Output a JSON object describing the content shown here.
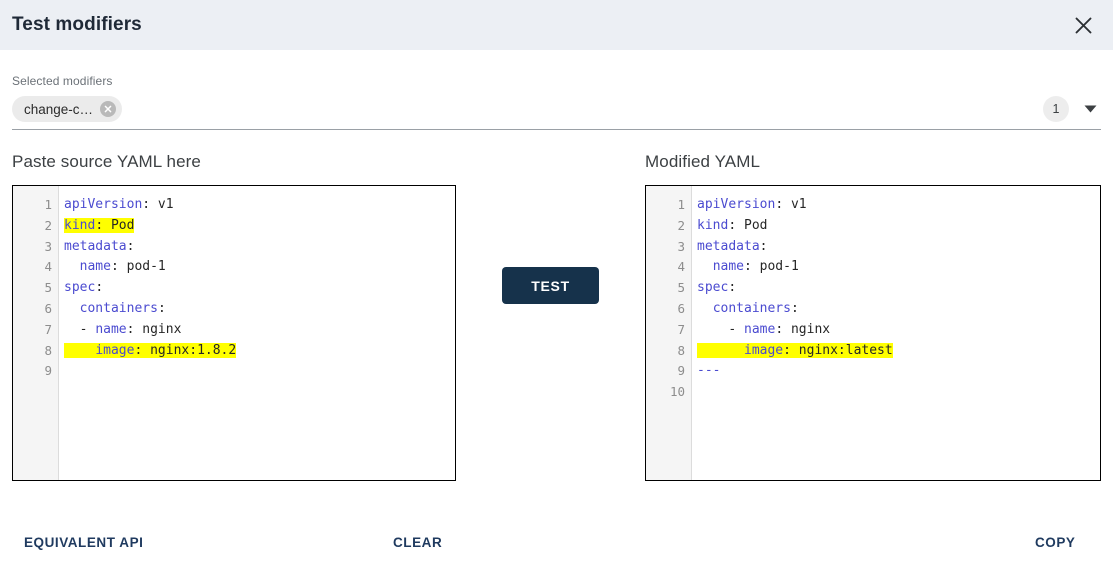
{
  "dialog": {
    "title": "Test modifiers",
    "close_icon": "close-icon"
  },
  "modifiers": {
    "label": "Selected modifiers",
    "chips": [
      {
        "label": "change-c…",
        "remove_icon": "close-circle-icon"
      }
    ],
    "count": "1",
    "dropdown_icon": "chevron-down-icon"
  },
  "left_pane": {
    "title": "Paste source YAML here",
    "line_numbers": [
      "1",
      "2",
      "3",
      "4",
      "5",
      "6",
      "7",
      "8",
      "9"
    ],
    "lines": [
      {
        "n": 1,
        "text": "apiVersion: v1",
        "key": "apiVersion",
        "value": " v1",
        "indent": "",
        "highlight": false
      },
      {
        "n": 2,
        "text": "kind: Pod",
        "key": "kind",
        "value": " Pod",
        "indent": "",
        "highlight": true
      },
      {
        "n": 3,
        "text": "metadata:",
        "key": "metadata",
        "value": "",
        "indent": "",
        "highlight": false
      },
      {
        "n": 4,
        "text": "  name: pod-1",
        "key": "name",
        "value": " pod-1",
        "indent": "  ",
        "highlight": false
      },
      {
        "n": 5,
        "text": "spec:",
        "key": "spec",
        "value": "",
        "indent": "",
        "highlight": false
      },
      {
        "n": 6,
        "text": "  containers:",
        "key": "containers",
        "value": "",
        "indent": "  ",
        "highlight": false
      },
      {
        "n": 7,
        "text": "  - name: nginx",
        "key": "name",
        "value": " nginx",
        "indent": "  - ",
        "highlight": false
      },
      {
        "n": 8,
        "text": "    image: nginx:1.8.2",
        "key": "image",
        "value": " nginx:1.8.2",
        "indent": "    ",
        "highlight": true
      },
      {
        "n": 9,
        "text": "",
        "key": "",
        "value": "",
        "indent": "",
        "highlight": false
      }
    ]
  },
  "right_pane": {
    "title": "Modified YAML",
    "line_numbers": [
      "1",
      "2",
      "3",
      "4",
      "5",
      "6",
      "7",
      "8",
      "9",
      "10"
    ],
    "lines": [
      {
        "n": 1,
        "text": "apiVersion: v1",
        "key": "apiVersion",
        "value": " v1",
        "indent": "",
        "highlight": false
      },
      {
        "n": 2,
        "text": "kind: Pod",
        "key": "kind",
        "value": " Pod",
        "indent": "",
        "highlight": false
      },
      {
        "n": 3,
        "text": "metadata:",
        "key": "metadata",
        "value": "",
        "indent": "",
        "highlight": false
      },
      {
        "n": 4,
        "text": "  name: pod-1",
        "key": "name",
        "value": " pod-1",
        "indent": "  ",
        "highlight": false
      },
      {
        "n": 5,
        "text": "spec:",
        "key": "spec",
        "value": "",
        "indent": "",
        "highlight": false
      },
      {
        "n": 6,
        "text": "  containers:",
        "key": "containers",
        "value": "",
        "indent": "  ",
        "highlight": false
      },
      {
        "n": 7,
        "text": "    - name: nginx",
        "key": "name",
        "value": " nginx",
        "indent": "    - ",
        "highlight": false
      },
      {
        "n": 8,
        "text": "      image: nginx:latest",
        "key": "image",
        "value": " nginx:latest",
        "indent": "      ",
        "highlight": true
      },
      {
        "n": 9,
        "text": "---",
        "key": "",
        "value": "",
        "indent": "",
        "highlight": false,
        "separator": true
      },
      {
        "n": 10,
        "text": "",
        "key": "",
        "value": "",
        "indent": "",
        "highlight": false
      }
    ]
  },
  "actions": {
    "test": "TEST",
    "equivalent_api": "EQUIVALENT API",
    "clear": "CLEAR",
    "copy": "COPY"
  },
  "colors": {
    "header_bg": "#eceff4",
    "test_button": "#16324b",
    "highlight": "#ffff00",
    "yaml_key": "#4b4bd0",
    "action_link": "#1f3a5f"
  }
}
